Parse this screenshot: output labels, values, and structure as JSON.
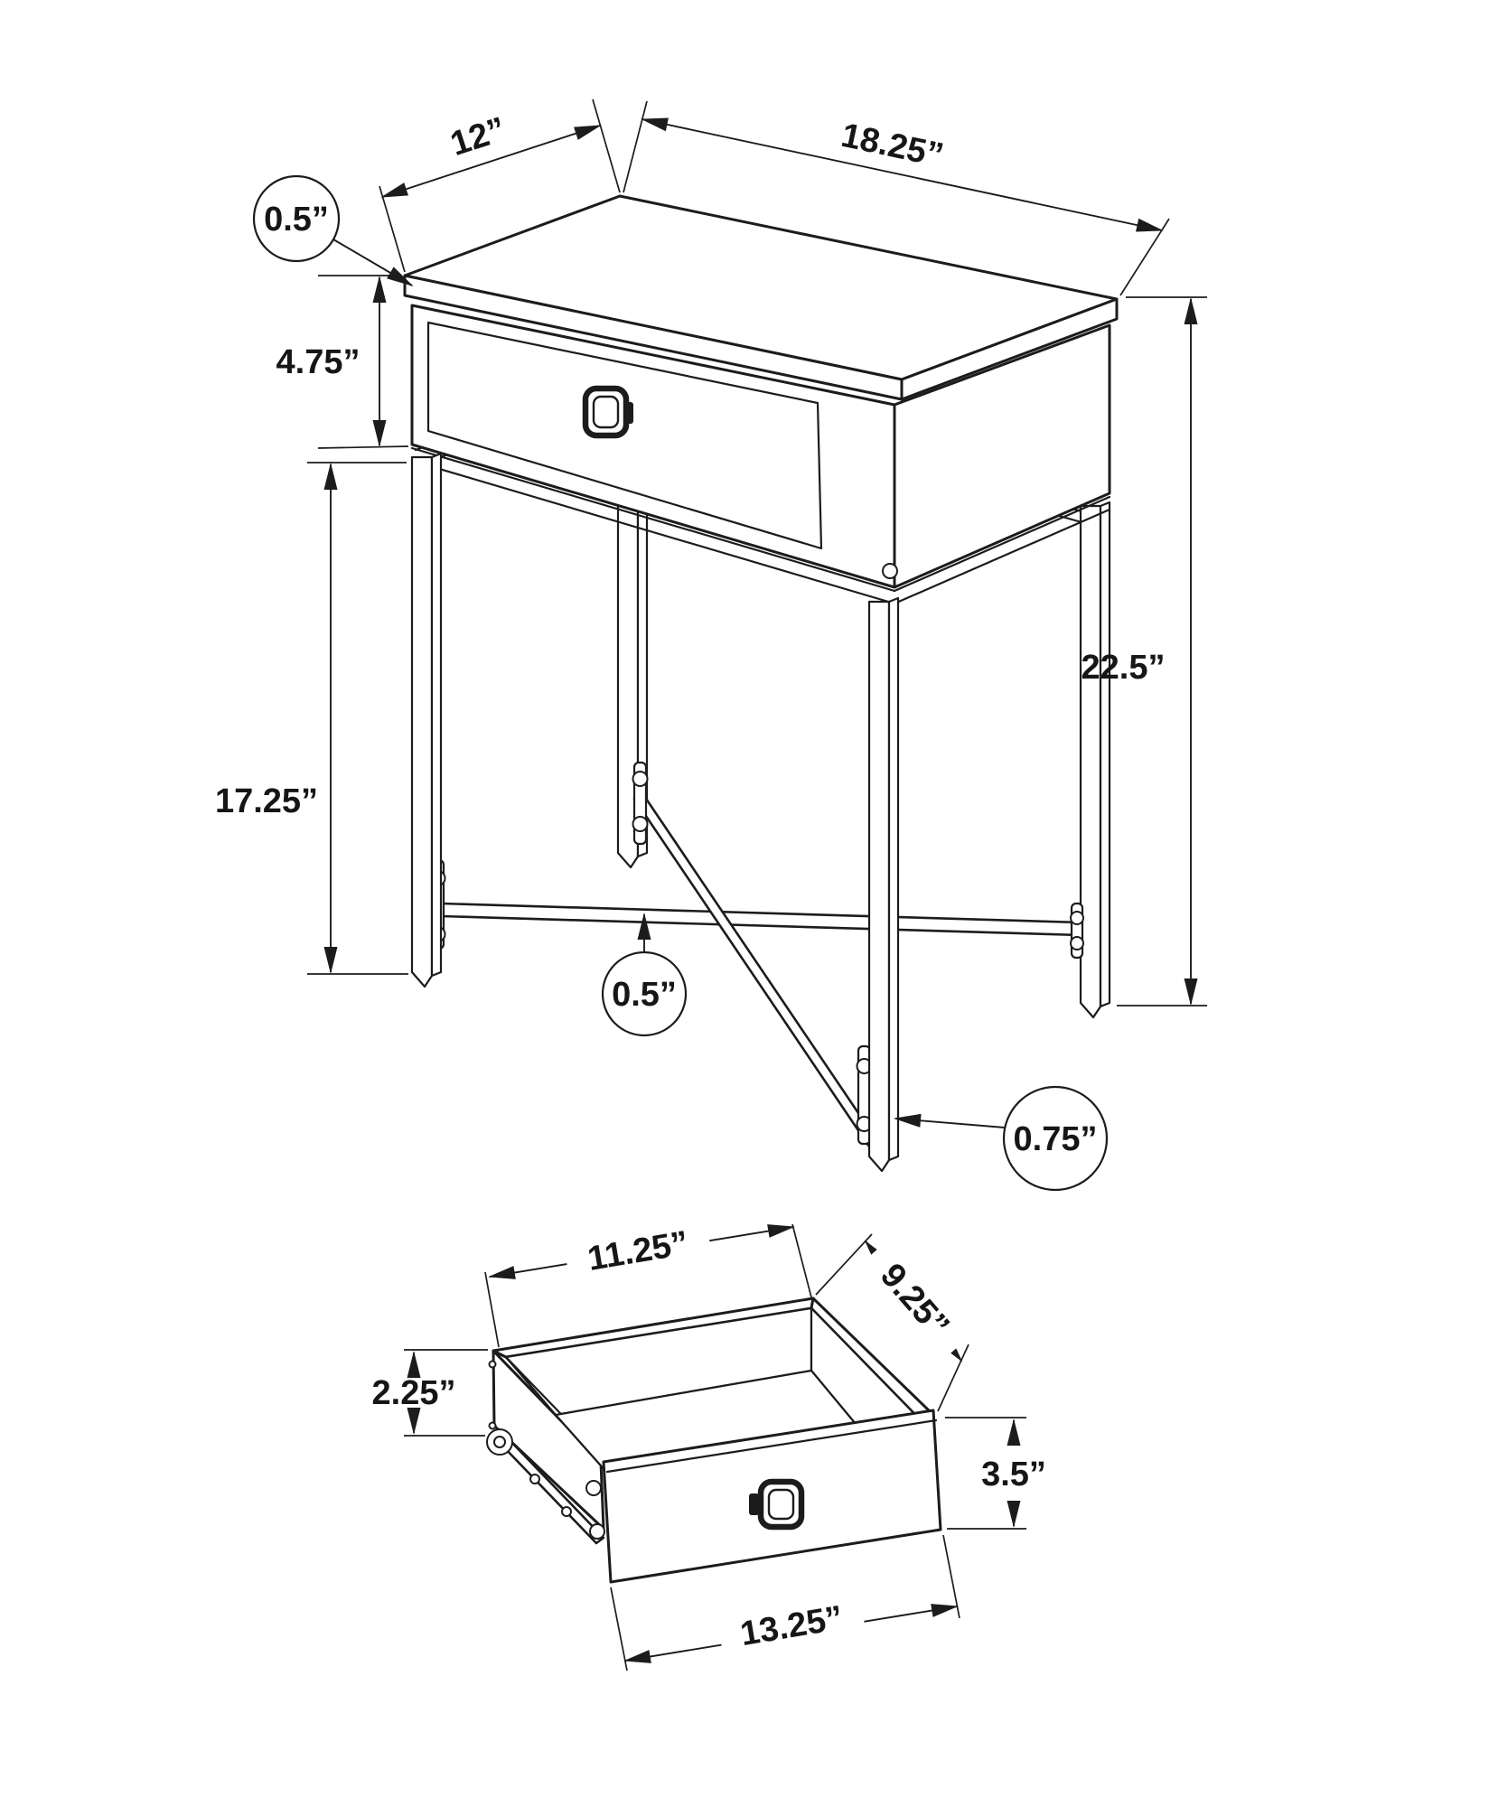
{
  "page": {
    "background": "#ffffff",
    "line_color": "#1c1c1c"
  },
  "table_view": {
    "dims": {
      "depth": {
        "label": "12”"
      },
      "width": {
        "label": "18.25”"
      },
      "top_thickness": {
        "label": "0.5”"
      },
      "cabinet_height": {
        "label": "4.75”"
      },
      "leg_height": {
        "label": "17.25”"
      },
      "overall_height": {
        "label": "22.5”"
      },
      "stretcher_thickness": {
        "label": "0.5”"
      },
      "leg_thickness": {
        "label": "0.75”"
      }
    }
  },
  "drawer_view": {
    "dims": {
      "inner_width": {
        "label": "11.25”"
      },
      "inner_depth": {
        "label": "9.25”"
      },
      "side_height": {
        "label": "2.25”"
      },
      "front_height": {
        "label": "3.5”"
      },
      "front_width": {
        "label": "13.25”"
      }
    }
  }
}
